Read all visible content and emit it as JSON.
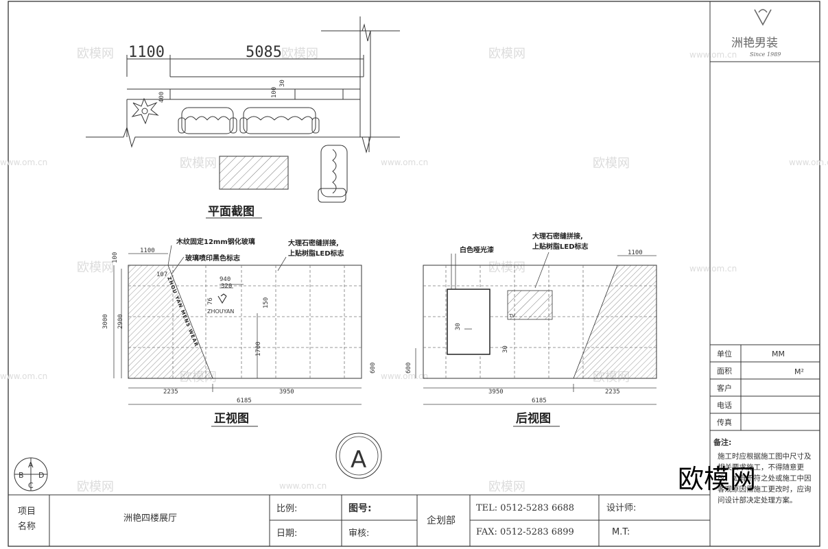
{
  "plan": {
    "dim_left": "1100",
    "dim_right": "5085",
    "dim_400": "400",
    "dim_30": "30",
    "dim_100": "100",
    "title": "平面截图"
  },
  "front": {
    "note1": "木纹固定12mm钢化玻璃",
    "note2": "玻璃喷印黑色标志",
    "note3": "大理石密缝拼接,",
    "note4": "上贴树脂LED标志",
    "dim_top": "1100",
    "dim_100": "100",
    "dim_107": "107",
    "dim_940": "940",
    "dim_320": "320",
    "dim_76": "76",
    "dim_150": "150",
    "dim_1700": "1700",
    "dim_600": "600",
    "dim_3000": "3000",
    "dim_2900": "2900",
    "dim_2235": "2235",
    "dim_3950": "3950",
    "dim_6185": "6185",
    "logo_text": "ZHOUYAN",
    "glass_text": "ZHOU YAN MENS WEAR",
    "title": "正视图"
  },
  "back": {
    "note1": "白色哑光漆",
    "note2": "大理石密缝拼接,",
    "note3": "上贴树脂LED标志",
    "dim_1100": "1100",
    "dim_30a": "30",
    "dim_30b": "30",
    "dim_600": "600",
    "dim_3950": "3950",
    "dim_2235": "2235",
    "dim_6185": "6185",
    "tv_label": "TV",
    "title": "后视图"
  },
  "marker": {
    "letter": "A",
    "compass": [
      "A",
      "B",
      "C",
      "D"
    ]
  },
  "titleblock": {
    "brand": "洲艳男装",
    "since": "Since 1989",
    "rows": [
      {
        "label": "单位",
        "value": "MM"
      },
      {
        "label": "面积",
        "value": "M²"
      },
      {
        "label": "客户",
        "value": ""
      },
      {
        "label": "电话",
        "value": ""
      },
      {
        "label": "传真",
        "value": ""
      }
    ],
    "remarks_label": "备注:",
    "remarks": "施工时应根据施工图中尺寸及相关要求施工，不得随意更改，如有不符之处或施工中因客观原因需施工更改时，应询问设计部决定处理方案。"
  },
  "bottom": {
    "project_label_1": "项目",
    "project_label_2": "名称",
    "project_name": "洲艳四楼展厅",
    "scale_label": "比例:",
    "date_label": "日期:",
    "drawing_no_label": "图号:",
    "review_label": "审核:",
    "dept": "企划部",
    "tel": "TEL: 0512-5283 6688",
    "fax": "FAX: 0512-5283 6899",
    "designer_label": "设计师:",
    "mt_label": "M.T:"
  },
  "watermark": {
    "text": "欧模网",
    "url": "www.om.cn"
  }
}
